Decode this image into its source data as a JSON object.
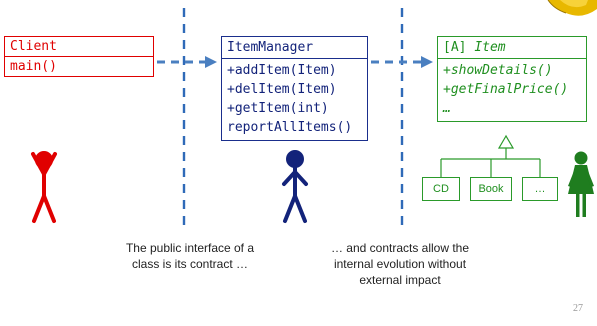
{
  "client": {
    "name": "Client",
    "ops": [
      "main()"
    ],
    "color": "#e00000"
  },
  "item_manager": {
    "name": "ItemManager",
    "ops": [
      "+addItem(Item)",
      "+delItem(Item)",
      "+getItem(int)",
      "reportAllItems()"
    ],
    "color": "#1a2e8c"
  },
  "item": {
    "abstract_tag": "[A]",
    "name": "Item",
    "ops": [
      "+showDetails()",
      "+getFinalPrice()",
      "…"
    ],
    "color": "#2a9a2a"
  },
  "subclasses": [
    "CD",
    "Book",
    "…"
  ],
  "captions": {
    "left": [
      "The public interface of a",
      "class is its contract …"
    ],
    "right": [
      "… and contracts allow the",
      "internal evolution without",
      "external impact"
    ]
  },
  "page_number": "27",
  "colors": {
    "dashed_line": "#2f6ab8",
    "arrow": "#4a7fc0"
  }
}
